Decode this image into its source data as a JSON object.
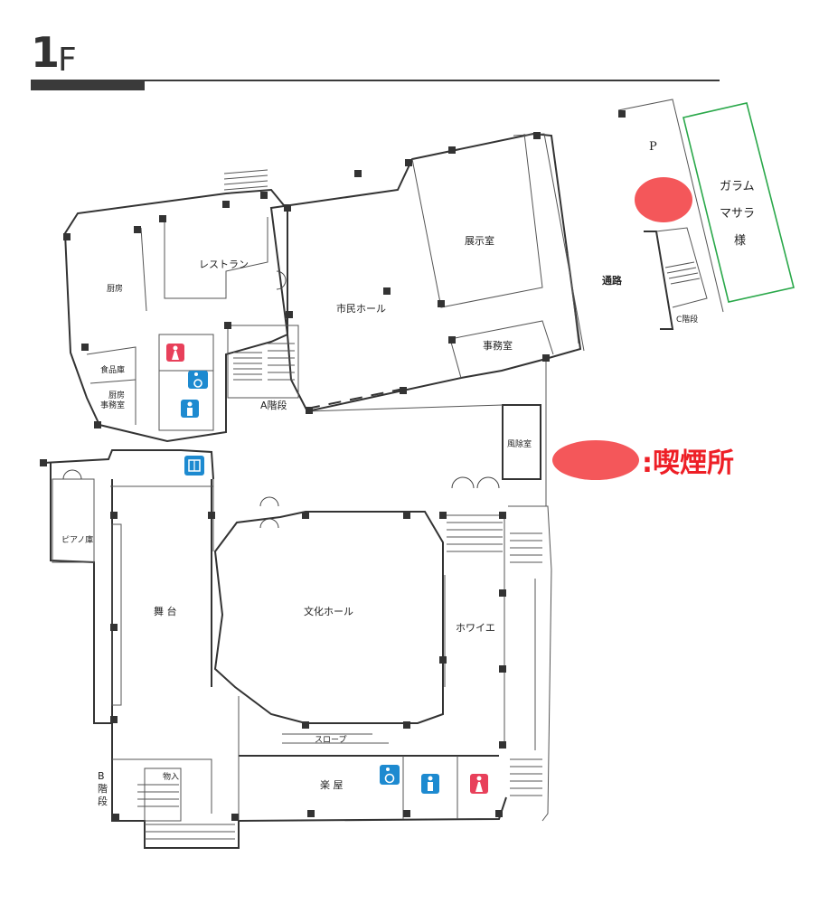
{
  "floor": {
    "number": "1",
    "suffix": "F"
  },
  "rooms": {
    "kitchen": "厨房",
    "restaurant": "レストラン",
    "civic_hall": "市民ホール",
    "exhibition": "展示室",
    "office": "事務室",
    "food_storage": "食品庫",
    "kitchen_office_1": "厨房",
    "kitchen_office_2": "事務室",
    "stairs_a": "A階段",
    "windbreak": "風除室",
    "piano_room": "ピアノ庫",
    "stage": "舞 台",
    "culture_hall": "文化ホール",
    "foyer": "ホワイエ",
    "slope": "スロープ",
    "storage": "物入",
    "stairs_b": "B\n階\n段",
    "dressing": "楽 屋",
    "path": "通路",
    "stairs_c": "C階段",
    "parking": "P"
  },
  "neighbor": {
    "line1": "ガラム",
    "line2": "マサラ",
    "line3": "様"
  },
  "legend": {
    "label": ":喫煙所"
  },
  "colors": {
    "smoking_marker": "#f4575a",
    "legend_text": "#ee1f26",
    "neighbor_border": "#2aa84a",
    "restroom_female": "#e8405a",
    "restroom_male": "#1d8ad0",
    "accessible": "#1d8ad0"
  },
  "icons": [
    "female-restroom-icon",
    "male-restroom-icon",
    "accessible-restroom-icon",
    "elevator-icon"
  ]
}
